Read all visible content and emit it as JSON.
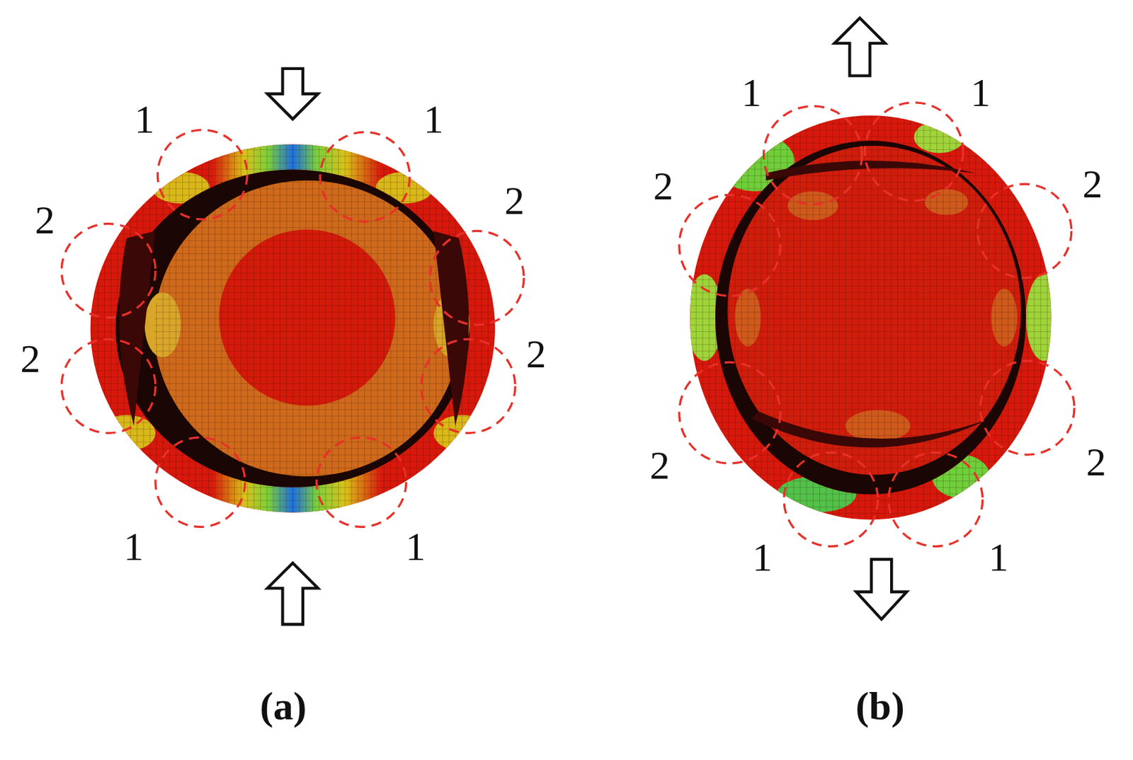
{
  "diagram": {
    "labels": [
      "1",
      "1",
      "2",
      "2",
      "2",
      "2",
      "1",
      "1",
      "1",
      "1",
      "2",
      "2",
      "2",
      "2",
      "1",
      "1",
      "(a)",
      "(b)"
    ]
  }
}
